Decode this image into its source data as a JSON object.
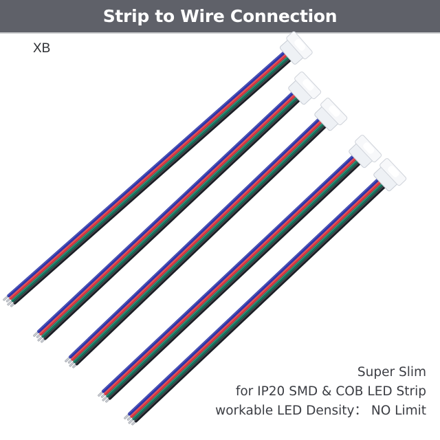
{
  "header": {
    "title": "Strip to Wire Connection",
    "background": "#5f6169"
  },
  "brand": {
    "label": "XB"
  },
  "product": {
    "name": "4-pin RGB strip-to-wire connector cable",
    "quantity_shown": 5,
    "wire_colors": [
      "#2a33a8",
      "#d8343e",
      "#12705a",
      "#1b1e25"
    ],
    "connector_color": "#eef1f5",
    "cables": [
      {
        "id": 1,
        "end": [
          14,
          438
        ],
        "connector": [
          440,
          62
        ]
      },
      {
        "id": 2,
        "end": [
          58,
          490
        ],
        "connector": [
          452,
          120
        ]
      },
      {
        "id": 3,
        "end": [
          104,
          527
        ],
        "connector": [
          490,
          158
        ]
      },
      {
        "id": 4,
        "end": [
          152,
          577
        ],
        "connector": [
          540,
          212
        ]
      },
      {
        "id": 5,
        "end": [
          190,
          610
        ],
        "connector": [
          576,
          246
        ]
      }
    ]
  },
  "caption": {
    "line1": "Super Slim",
    "line2": "for IP20 SMD & COB LED Strip",
    "line3": "workable LED Density： NO Limit"
  }
}
